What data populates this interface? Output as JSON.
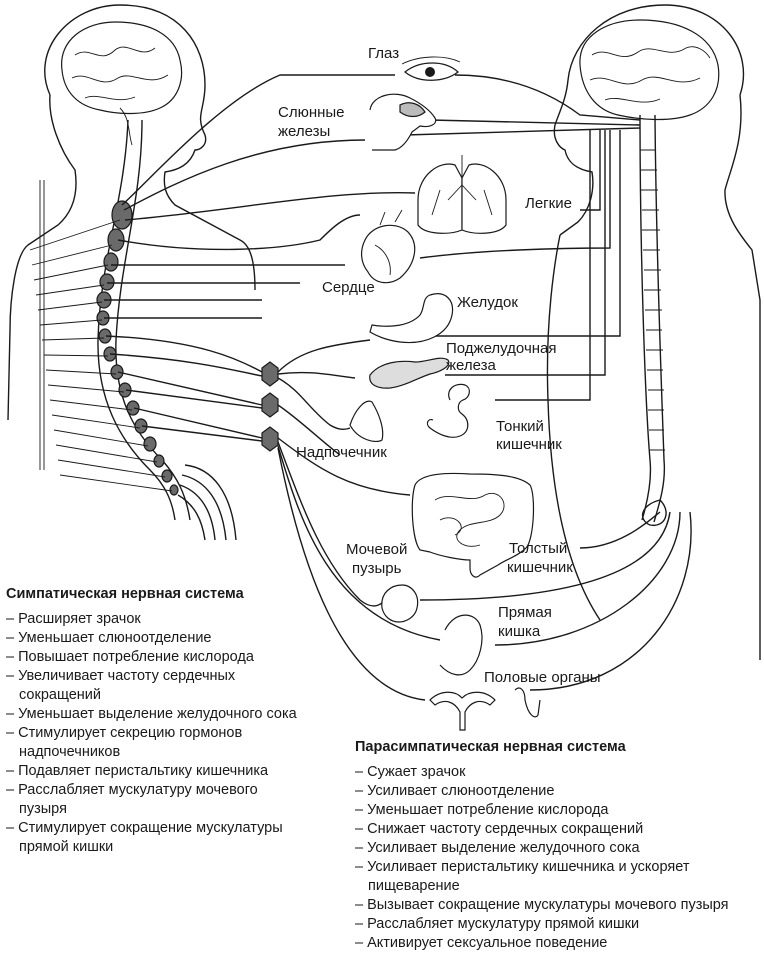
{
  "organs": {
    "eye": "Глаз",
    "salivary_1": "Слюнные",
    "salivary_2": "железы",
    "lungs": "Легкие",
    "heart": "Сердце",
    "stomach": "Желудок",
    "pancreas_1": "Поджелудочная",
    "pancreas_2": "железа",
    "adrenal": "Надпочечник",
    "small_intestine_1": "Тонкий",
    "small_intestine_2": "кишечник",
    "bladder_1": "Мочевой",
    "bladder_2": "пузырь",
    "large_intestine_1": "Толстый",
    "large_intestine_2": "кишечник",
    "rectum_1": "Прямая",
    "rectum_2": "кишка",
    "genitals": "Половые органы"
  },
  "sympathetic": {
    "title": "Симпатическая нервная система",
    "items": [
      "Расширяет зрачок",
      "Уменьшает слюноотделение",
      "Повышает потребление кислорода",
      "Увеличивает частоту сердечных сокращений",
      "Уменьшает выделение желудочного сока",
      "Стимулирует секрецию гормонов надпочечников",
      "Подавляет перистальтику кишечника",
      "Расслабляет мускулатуру мочевого пузыря",
      "Стимулирует сокращение мускулатуры прямой кишки"
    ]
  },
  "parasympathetic": {
    "title": "Парасимпатическая нервная система",
    "items": [
      "Сужает зрачок",
      "Усиливает слюноотделение",
      "Уменьшает потребление кислорода",
      "Снижает частоту сердечных сокращений",
      "Усиливает выделение желудочного сока",
      "Усиливает перистальтику кишечника и ускоряет пищеварение",
      "Вызывает сокращение мускулатуры мочевого пузыря",
      "Расслабляет мускулатуру прямой кишки",
      "Активирует сексуальное поведение"
    ]
  }
}
